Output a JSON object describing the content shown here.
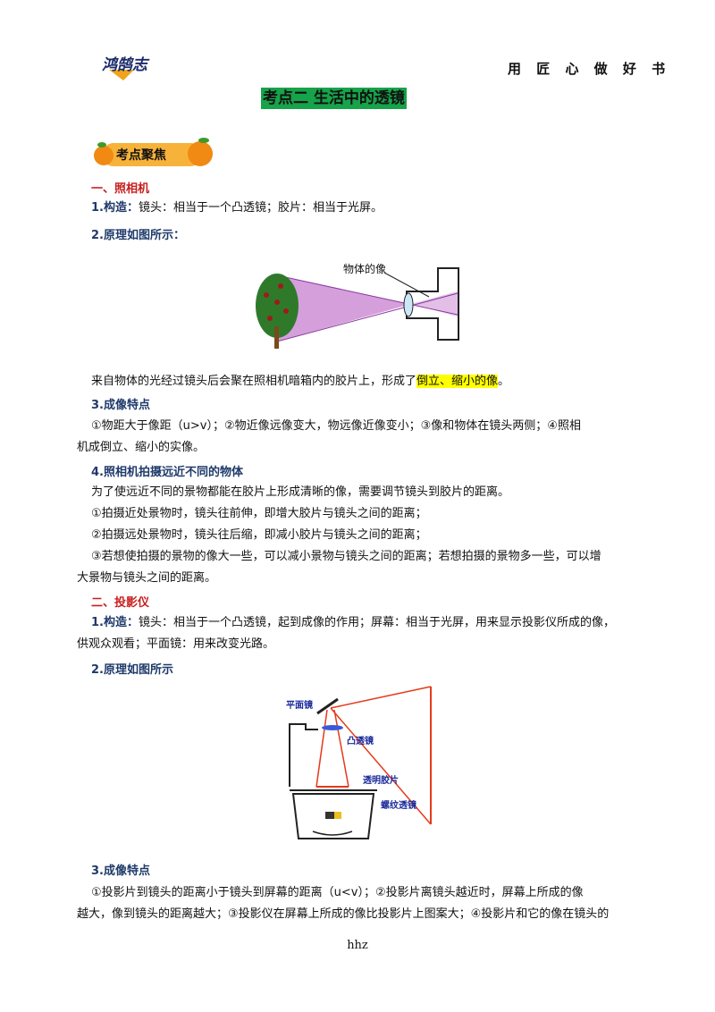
{
  "header": {
    "logo_text": "鸿鹄志",
    "motto": "用 匠 心 做 好 书"
  },
  "title": "考点二   生活中的透镜",
  "focus_label": "考点聚焦",
  "camera": {
    "heading": "一、照相机",
    "structure_label": "1.构造：",
    "structure_text": "镜头：相当于一个凸透镜；胶片：相当于光屏。",
    "principle_label": "2.原理如图所示：",
    "figure_label": "物体的像",
    "desc_pre": "来自物体的光经过镜头后会聚在照相机暗箱内的胶片上，形成了",
    "desc_hl": "倒立、缩小的像",
    "desc_post": "。",
    "feature_heading": "3.成像特点",
    "feature_line1": "①物距大于像距（u>v）；②物近像远像变大，物远像近像变小；③像和物体在镜头两侧；④照相",
    "feature_line2": "机成倒立、缩小的实像。",
    "distance_heading": "4.照相机拍摄远近不同的物体",
    "d1": "为了使远近不同的景物都能在胶片上形成清晰的像，需要调节镜头到胶片的距离。",
    "d2": "①拍摄近处景物时，镜头往前伸，即增大胶片与镜头之间的距离；",
    "d3": "②拍摄远处景物时，镜头往后缩，即减小胶片与镜头之间的距离；",
    "d4a": "③若想使拍摄的景物的像大一些，可以减小景物与镜头之间的距离；若想拍摄的景物多一些，可以增",
    "d4b": "大景物与镜头之间的距离。"
  },
  "projector": {
    "heading": "二、投影仪",
    "structure_label": "1.构造：",
    "structure_text1": "镜头：相当于一个凸透镜，起到成像的作用；屏幕：相当于光屏，用来显示投影仪所成的像，",
    "structure_text2": "供观众观看；平面镜：用来改变光路。",
    "principle_label": "2.原理如图所示",
    "fig_mirror": "平面镜",
    "fig_lens": "凸透镜",
    "fig_film": "透明胶片",
    "fig_fresnel": "螺纹透镜",
    "feature_heading": "3.成像特点",
    "feature_line1": "①投影片到镜头的距离小于镜头到屏幕的距离（u<v）；②投影片离镜头越近时，屏幕上所成的像",
    "feature_line2": "越大，像到镜头的距离越大；③投影仪在屏幕上所成的像比投影片上图案大；④投影片和它的像在镜头的"
  },
  "footer": "hhz",
  "colors": {
    "title_bg": "#16a34a",
    "heading_red": "#c81e1e",
    "heading_blue": "#1f3a6a",
    "highlight": "#ffff00",
    "ray_red": "#e53a1a",
    "cone_purple": "#c77fd0"
  }
}
